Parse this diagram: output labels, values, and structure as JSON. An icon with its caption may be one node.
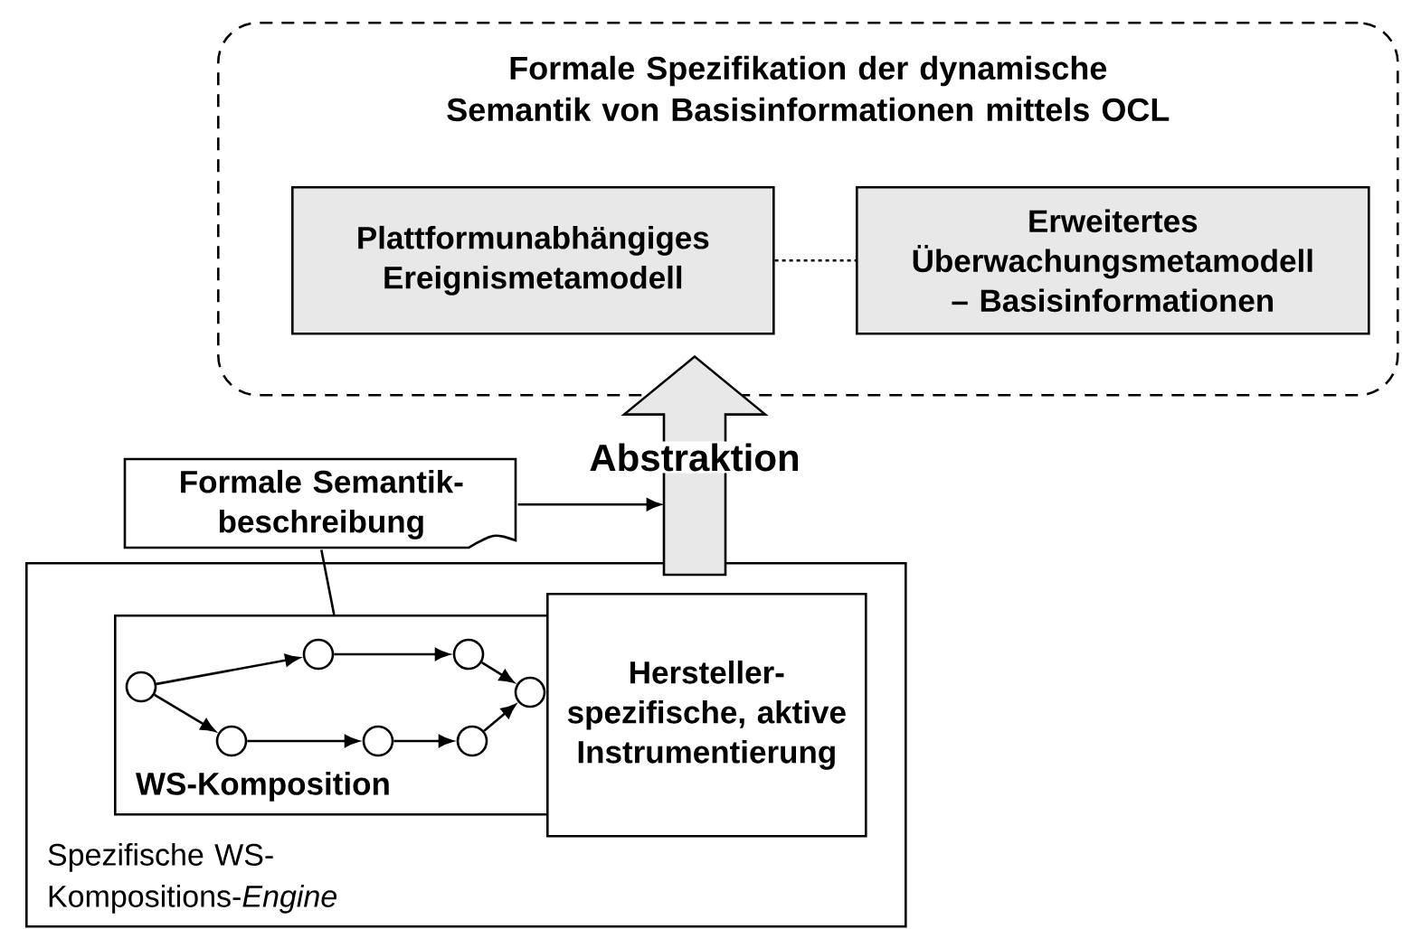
{
  "diagram": {
    "nodes": [
      {
        "text": [
          "Formale Spezifikation der dynamische Semantik von Basisinformationen mittels OCL"
        ]
      },
      {
        "text": [
          "Plattformunabhängiges Ereignismetamodell"
        ],
        "in": 0
      },
      {
        "text": [
          "Erweitertes Überwachungsmetamodell – Basisinformationen"
        ],
        "in": 0
      },
      {
        "text": [
          "Formale Semantik-beschreibung"
        ]
      },
      {
        "text": [
          "Spezifische WS-Kompositions-*Engine*"
        ]
      },
      {
        "text": [
          "WS-Komposition"
        ],
        "in": 4
      },
      {
        "text": [],
        "shape": "circle",
        "in": 5
      },
      {
        "text": [],
        "shape": "circle",
        "in": 5
      },
      {
        "text": [],
        "shape": "circle",
        "in": 5
      },
      {
        "text": [],
        "shape": "circle",
        "in": 5
      },
      {
        "text": [],
        "shape": "circle",
        "in": 5
      },
      {
        "text": [],
        "shape": "circle",
        "in": 5
      },
      {
        "text": [],
        "shape": "circle",
        "in": 5
      },
      {
        "text": [
          "Hersteller-spezifische, aktive Instrumentierung"
        ],
        "in": 4
      }
    ],
    "edges": [
      {
        "from": 1,
        "to": 2,
        "arrow": "none",
        "style": "dashed"
      },
      {
        "from": 3,
        "to": null,
        "arrow": "to"
      },
      {
        "from": 3,
        "to": 5,
        "arrow": "none"
      },
      {
        "from": 4,
        "to": 0,
        "arrow": "to",
        "style": "thick",
        "label": "Abstraktion"
      },
      {
        "from": 6,
        "to": 8,
        "arrow": "to"
      },
      {
        "from": 6,
        "to": 7,
        "arrow": "to"
      },
      {
        "from": 8,
        "to": 10,
        "arrow": "to"
      },
      {
        "from": 10,
        "to": 12,
        "arrow": "to"
      },
      {
        "from": 7,
        "to": 9,
        "arrow": "to"
      },
      {
        "from": 9,
        "to": 11,
        "arrow": "to"
      },
      {
        "from": 11,
        "to": 12,
        "arrow": "to"
      }
    ]
  }
}
